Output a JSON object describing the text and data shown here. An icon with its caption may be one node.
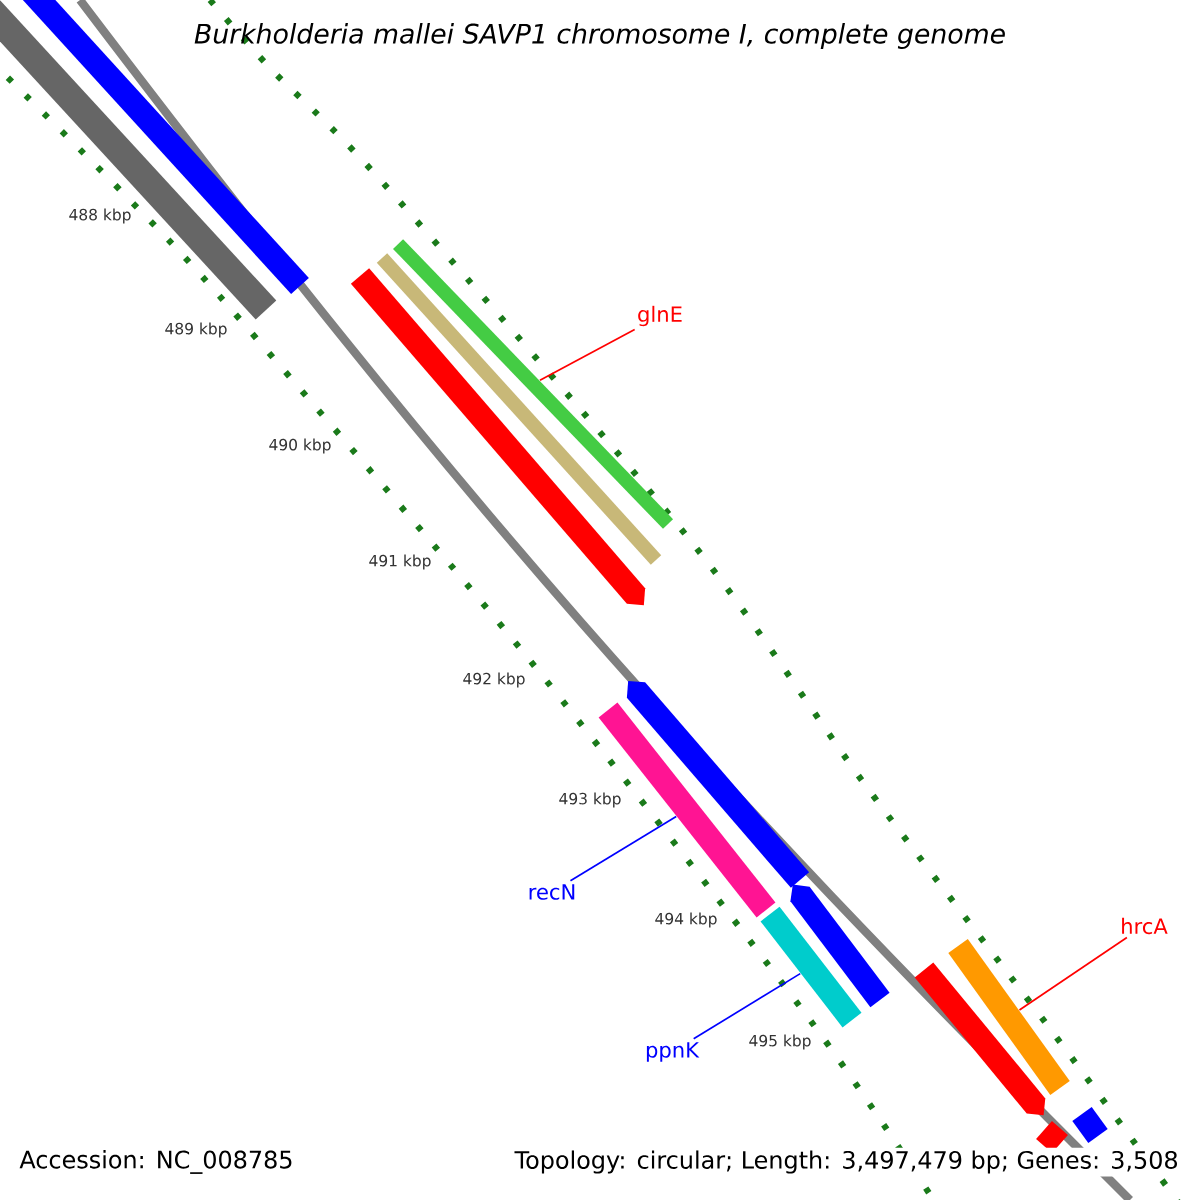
{
  "diagram": {
    "title": "Burkholderia mallei SAVP1 chromosome I, complete genome",
    "nodes": [
      {
        "text": [
          "glnE"
        ]
      },
      {
        "text": [
          "recN"
        ]
      },
      {
        "text": [
          "ppnK"
        ]
      },
      {
        "text": [
          "hrcA"
        ]
      },
      {
        "text": [],
        "shape": "bar"
      },
      {
        "text": [],
        "shape": "bar"
      },
      {
        "text": [],
        "shape": "bar"
      },
      {
        "text": [],
        "shape": "bar"
      }
    ],
    "edges": [
      {
        "from": 0,
        "to": 4,
        "arrow": "none",
        "color": "#ff0000"
      },
      {
        "from": 1,
        "to": 5,
        "arrow": "none",
        "color": "#0000ff"
      },
      {
        "from": 2,
        "to": 6,
        "arrow": "none",
        "color": "#0000ff"
      },
      {
        "from": 3,
        "to": 7,
        "arrow": "none",
        "color": "#ff0000"
      }
    ],
    "labels": [
      "488 kbp",
      "489 kbp",
      "490 kbp",
      "491 kbp",
      "492 kbp",
      "493 kbp",
      "494 kbp",
      "495 kbp",
      "Accession: NC_008785",
      "Topology: circular; Length: 3,497,479 bp; Genes: 3,508"
    ]
  }
}
